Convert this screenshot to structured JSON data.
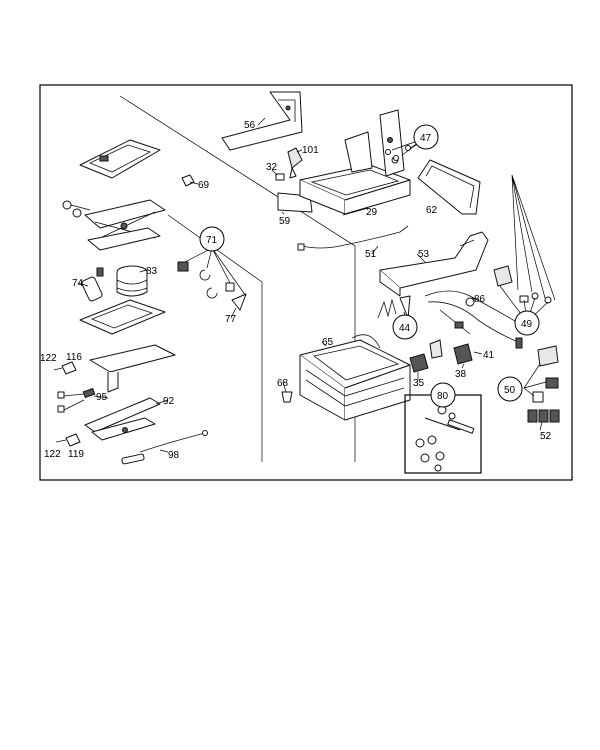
{
  "callouts": {
    "c56": "56",
    "c101": "101",
    "c32": "32",
    "c59": "59",
    "c29": "29",
    "c62": "62",
    "c47": "47",
    "c69": "69",
    "c71": "71",
    "c74": "74",
    "c83": "83",
    "c77": "77",
    "c51": "51",
    "c53": "53",
    "c86": "86",
    "c49": "49",
    "c44": "44",
    "c65": "65",
    "c41": "41",
    "c38": "38",
    "c35": "35",
    "c68": "68",
    "c80": "80",
    "c50": "50",
    "c52": "52",
    "c122a": "122",
    "c116": "116",
    "c95": "95",
    "c92": "92",
    "c122b": "122",
    "c119": "119",
    "c98": "98"
  }
}
